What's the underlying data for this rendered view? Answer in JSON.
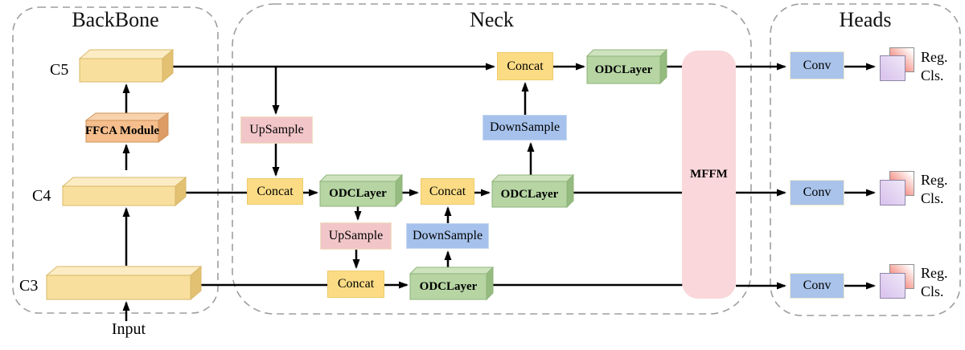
{
  "figure": {
    "backbone_title": "BackBone",
    "neck_title": "Neck",
    "heads_title": "Heads"
  },
  "backbone": {
    "c5": "C5",
    "c4": "C4",
    "c3": "C3",
    "ffca": "FFCA Module",
    "input": "Input"
  },
  "neck": {
    "upsample": "UpSample",
    "downsample": "DownSample",
    "concat": "Concat",
    "odclayer": "ODCLayer",
    "mffm": "MFFM"
  },
  "heads": {
    "conv": "Conv",
    "reg": "Reg.",
    "cls": "Cls."
  },
  "colors": {
    "yellowFront": "#F8DF9E",
    "yellowTop": "#FBECC4",
    "yellowSide": "#E2C172",
    "yellowEdge": "#D9B868",
    "orangeFront": "#F5BE8C",
    "orangeTop": "#F8D2AD",
    "orangeSide": "#DD9C63",
    "orangeEdge": "#CE9158",
    "greenFront": "#B6D5A3",
    "greenTop": "#CEE3BD",
    "greenSide": "#95BB80",
    "greenEdge": "#8FB37A",
    "concatFill": "#FBDC85",
    "concatEdge": "#EECA6A",
    "upFill": "#F2C6C9",
    "upEdge": "#EFE2C0",
    "downFill": "#A6C2EC",
    "downEdge": "#C6D8F4",
    "mffmFill": "#F9D7DA",
    "convFill": "#A9C3EA",
    "convEdge": "#EFE9D0",
    "regMid": "#F5988E",
    "regDeep": "#F0837B",
    "clsLight": "#EFE8F8",
    "clsDeep": "#DCC6EE",
    "dash": "#9E9E9E",
    "line": "#000000"
  }
}
